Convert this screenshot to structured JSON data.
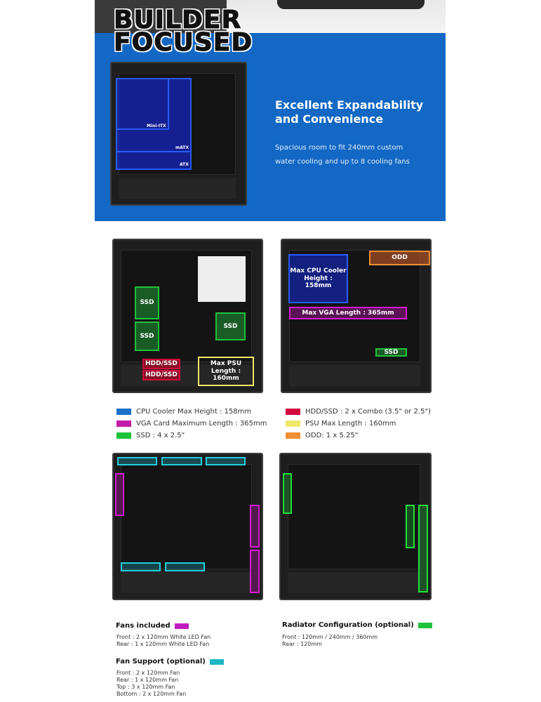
{
  "banner": {
    "title_line1": "BUILDER",
    "title_line2": "FOCUSED",
    "heading_line1": "Excellent Expandability",
    "heading_line2": "and Convenience",
    "desc_line1": "Spacious room to fit 240mm custom",
    "desc_line2": "water cooling and up to 8 cooling fans",
    "board_labels": {
      "mini_itx": "Mini-ITX",
      "matx": "mATX",
      "atx": "ATX"
    }
  },
  "diagram_labels": {
    "ssd": "SSD",
    "hdd_ssd": "HDD/SSD",
    "max_psu_1": "Max PSU",
    "max_psu_2": "Length : 160mm",
    "cpu_1": "Max CPU Cooler",
    "cpu_2": "Height : 158mm",
    "vga": "Max VGA Length : 365mm",
    "odd": "ODD"
  },
  "legend": [
    {
      "label": "CPU Cooler Max Height : 158mm",
      "color": "#1a6fc9"
    },
    {
      "label": "VGA Card Maximum Length : 365mm",
      "color": "#c21aa8"
    },
    {
      "label": "SSD : 4 x 2.5\"",
      "color": "#1ec23a"
    },
    {
      "label": "HDD/SSD : 2 x Combo (3.5\" or 2.5\")",
      "color": "#d3083c"
    },
    {
      "label": "PSU Max Length : 160mm",
      "color": "#efe86a"
    },
    {
      "label": "ODD: 1 x 5.25\"",
      "color": "#ef8e32"
    }
  ],
  "fans_included": {
    "title": "Fans included",
    "color": "#c21ac2",
    "lines": [
      "Front : 2 x 120mm White LED Fan",
      "Rear : 1 x 120mm White LED Fan"
    ]
  },
  "fan_support": {
    "title": "Fan Support (optional)",
    "color": "#1fb6c4",
    "lines": [
      "Front : 2 x 120mm Fan",
      "Rear : 1 x 120mm Fan",
      "Top : 3 x 120mm Fan",
      "Bottom : 2 x 120mm Fan"
    ]
  },
  "radiator": {
    "title": "Radiator Configuration (optional)",
    "color": "#1ec23a",
    "lines": [
      "Front : 120mm / 240mm / 360mm",
      "Rear : 120mm"
    ]
  }
}
